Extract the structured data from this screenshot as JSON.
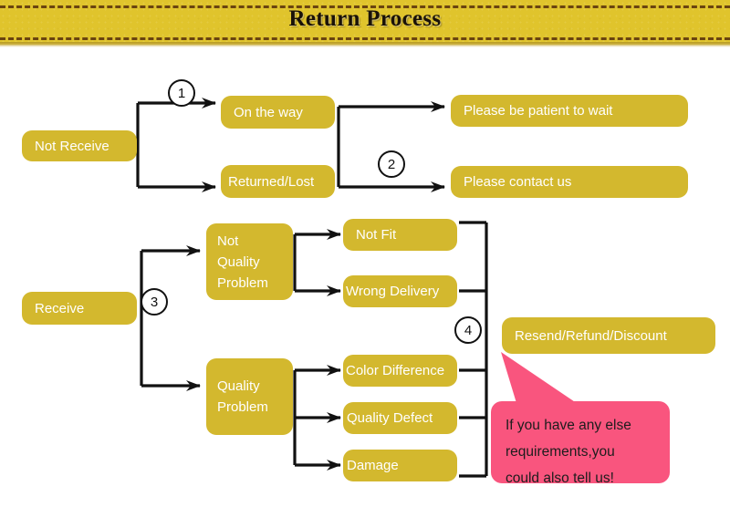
{
  "header": {
    "title": "Return Process",
    "band_color": "#E0C42C",
    "dash_color": "#6a4410"
  },
  "theme": {
    "node_color": "#D3B82E",
    "node_text_color": "#ffffff",
    "callout_color": "#F9557E",
    "line_color": "#111111",
    "background": "#ffffff"
  },
  "flow": {
    "roots": [
      {
        "id": "not-receive",
        "label": "Not Receive"
      },
      {
        "id": "receive",
        "label": "Receive"
      }
    ],
    "stages": [
      {
        "id": "on-the-way",
        "label": "On the way"
      },
      {
        "id": "returned-lost",
        "label": "Returned/Lost"
      },
      {
        "id": "not-quality-problem",
        "label": "Not Quality Problem"
      },
      {
        "id": "quality-problem",
        "label": "Quality Problem"
      }
    ],
    "reasons": [
      {
        "id": "not-fit",
        "label": "Not Fit"
      },
      {
        "id": "wrong-delivery",
        "label": "Wrong Delivery"
      },
      {
        "id": "color-difference",
        "label": "Color Difference"
      },
      {
        "id": "quality-defect",
        "label": "Quality Defect"
      },
      {
        "id": "damage",
        "label": "Damage"
      }
    ],
    "outcomes": [
      {
        "id": "be-patient",
        "label": "Please be patient to wait"
      },
      {
        "id": "contact-us",
        "label": "Please contact us"
      },
      {
        "id": "resend-refund-discount",
        "label": "Resend/Refund/Discount"
      }
    ],
    "step_markers": [
      {
        "id": "step-1",
        "label": "1"
      },
      {
        "id": "step-2",
        "label": "2"
      },
      {
        "id": "step-3",
        "label": "3"
      },
      {
        "id": "step-4",
        "label": "4"
      }
    ]
  },
  "callout": {
    "lines": [
      "If you have any else",
      "requirements,you",
      "could also tell us!"
    ]
  }
}
